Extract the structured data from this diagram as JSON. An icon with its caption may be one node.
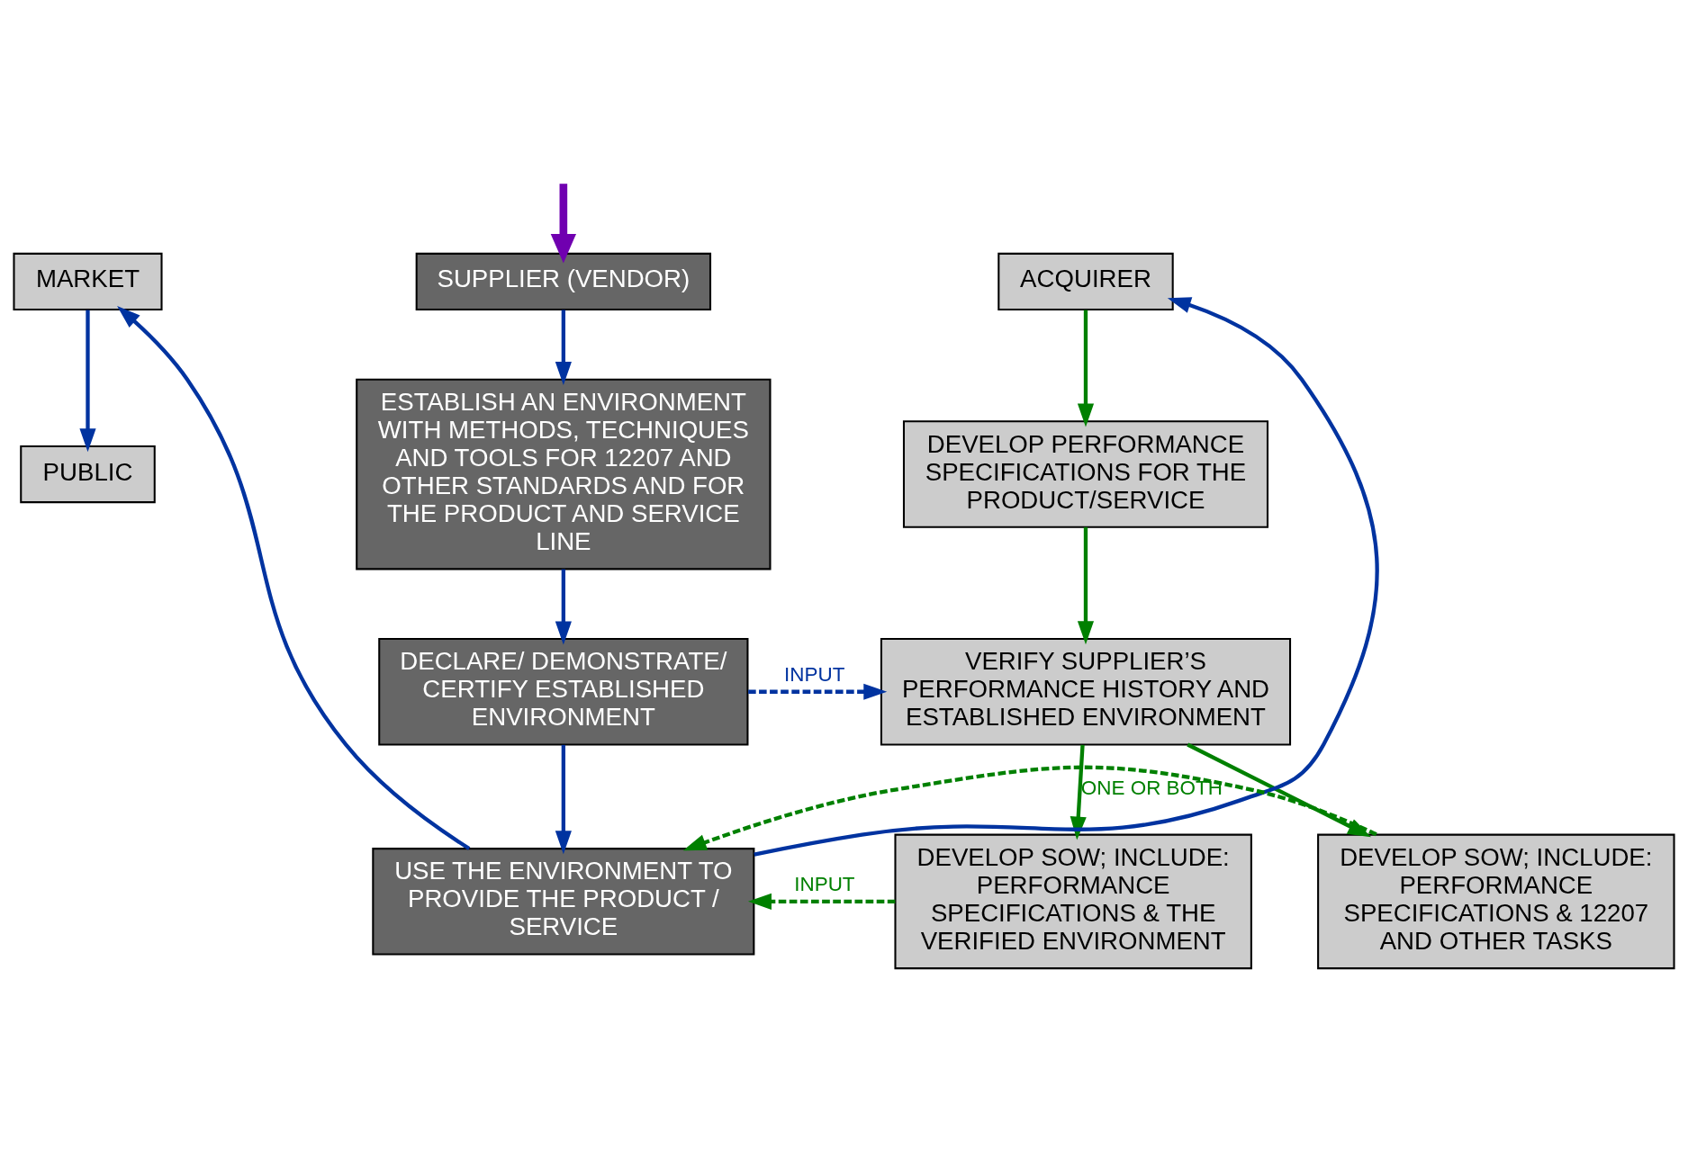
{
  "diagram": {
    "nodes": [
      {
        "text": [
          "MARKET"
        ]
      },
      {
        "text": [
          "SUPPLIER (VENDOR)"
        ]
      },
      {
        "text": [
          "ACQUIRER"
        ]
      },
      {
        "text": [
          "PUBLIC"
        ]
      },
      {
        "text": [
          "ESTABLISH AN ENVIRONMENT WITH METHODS, TECHNIQUES AND TOOLS FOR 12207 AND OTHER STANDARDS AND FOR THE PRODUCT AND SERVICE LINE"
        ]
      },
      {
        "text": [
          "DEVELOP PERFORMANCE SPECIFICATIONS FOR THE PRODUCT/SERVICE"
        ]
      },
      {
        "text": [
          "DECLARE/ DEMONSTRATE/ CERTIFY ESTABLISHED ENVIRONMENT"
        ]
      },
      {
        "text": [
          "VERIFY SUPPLIER’S PERFORMANCE HISTORY AND ESTABLISHED ENVIRONMENT"
        ]
      },
      {
        "text": [
          "USE THE ENVIRONMENT TO PROVIDE THE PRODUCT / SERVICE"
        ]
      },
      {
        "text": [
          "DEVELOP SOW; INCLUDE: PERFORMANCE SPECIFICATIONS & THE VERIFIED ENVIRONMENT"
        ]
      },
      {
        "text": [
          "DEVELOP SOW; INCLUDE: PERFORMANCE SPECIFICATIONS & 12207 AND OTHER TASKS"
        ]
      }
    ],
    "edges": [
      {
        "from": null,
        "to": 1,
        "arrow": "to",
        "style": "thick",
        "color": "#7000b0"
      },
      {
        "from": 0,
        "to": 3,
        "arrow": "to"
      },
      {
        "from": 1,
        "to": 4,
        "arrow": "to"
      },
      {
        "from": 2,
        "to": 5,
        "arrow": "to",
        "color": "#008000"
      },
      {
        "from": 4,
        "to": 6,
        "arrow": "to"
      },
      {
        "from": 5,
        "to": 7,
        "arrow": "to",
        "color": "#008000"
      },
      {
        "from": 6,
        "to": 7,
        "arrow": "to",
        "label": "INPUT",
        "style": "dashed"
      },
      {
        "from": 6,
        "to": 8,
        "arrow": "to"
      },
      {
        "from": 7,
        "to": 9,
        "arrow": "to",
        "label": "ONE OR BOTH",
        "color": "#008000"
      },
      {
        "from": 7,
        "to": 10,
        "arrow": "to",
        "color": "#008000"
      },
      {
        "from": 9,
        "to": 8,
        "arrow": "to",
        "label": "INPUT",
        "style": "dashed",
        "color": "#008000"
      },
      {
        "from": 10,
        "to": 8,
        "arrow": "to",
        "style": "dashed",
        "color": "#008000"
      },
      {
        "from": 8,
        "to": 0,
        "arrow": "to"
      },
      {
        "from": 8,
        "to": 2,
        "arrow": "to"
      }
    ]
  }
}
